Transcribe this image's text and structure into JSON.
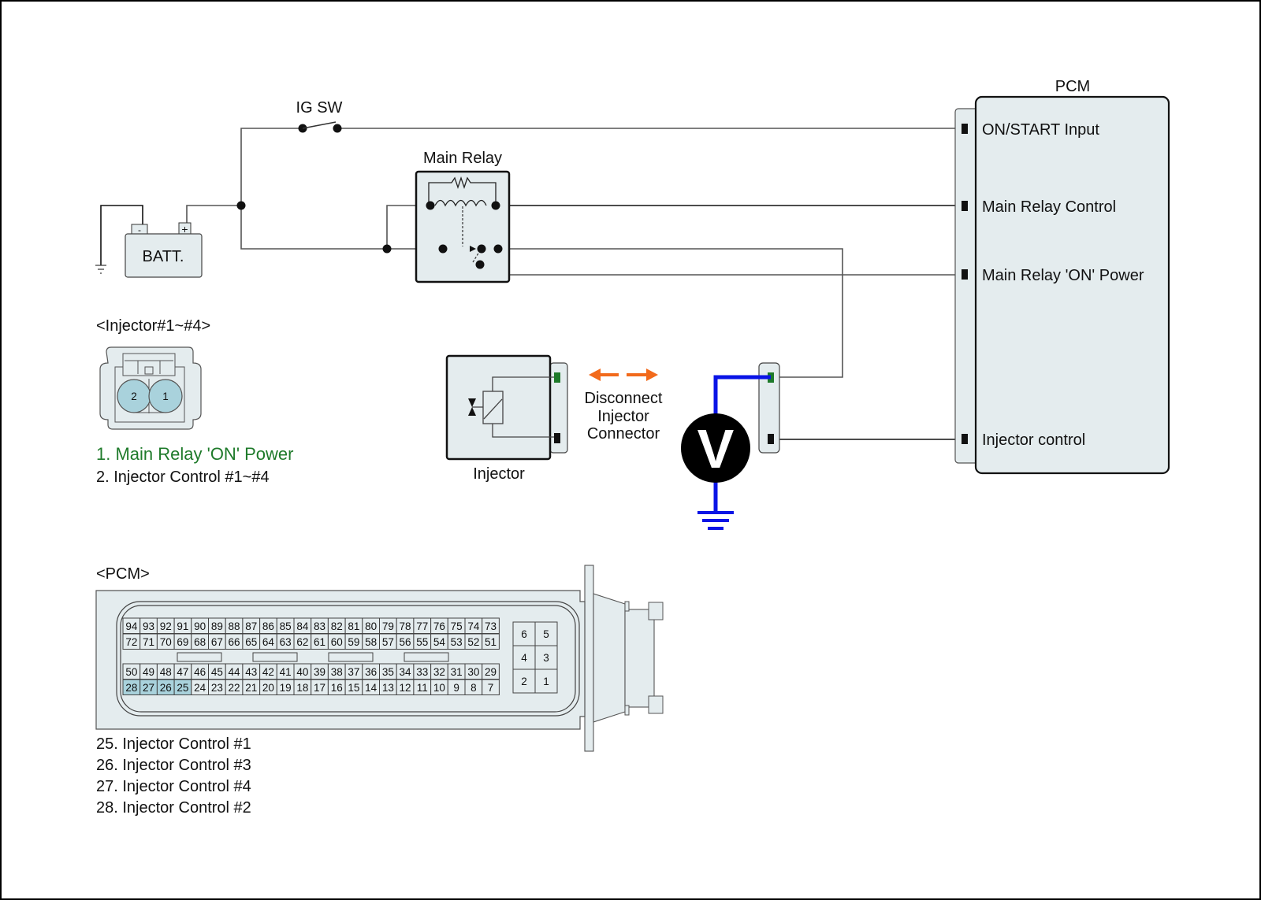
{
  "diagram": {
    "title_pcm": "PCM",
    "ig_switch_label": "IG SW",
    "battery": {
      "label": "BATT.",
      "neg": "-",
      "pos": "+"
    },
    "main_relay_label": "Main Relay",
    "pcm_pins": [
      "ON/START Input",
      "Main Relay Control",
      "Main Relay 'ON' Power",
      "Injector control"
    ],
    "injector_label": "Injector",
    "disconnect_text": [
      "Disconnect",
      "Injector",
      "Connector"
    ],
    "voltmeter_label": "V",
    "injector_connector": {
      "title": "<Injector#1~#4>",
      "pins": [
        "2",
        "1"
      ],
      "legend": [
        {
          "text": "1. Main Relay 'ON' Power",
          "color": "#1e7a2a"
        },
        {
          "text": "2. Injector Control #1~#4",
          "color": "#111111"
        }
      ]
    },
    "pcm_connector": {
      "title": "<PCM>",
      "rows": [
        [
          "94",
          "93",
          "92",
          "91",
          "90",
          "89",
          "88",
          "87",
          "86",
          "85",
          "84",
          "83",
          "82",
          "81",
          "80",
          "79",
          "78",
          "77",
          "76",
          "75",
          "74",
          "73"
        ],
        [
          "72",
          "71",
          "70",
          "69",
          "68",
          "67",
          "66",
          "65",
          "64",
          "63",
          "62",
          "61",
          "60",
          "59",
          "58",
          "57",
          "56",
          "55",
          "54",
          "53",
          "52",
          "51"
        ],
        [
          "50",
          "49",
          "48",
          "47",
          "46",
          "45",
          "44",
          "43",
          "42",
          "41",
          "40",
          "39",
          "38",
          "37",
          "36",
          "35",
          "34",
          "33",
          "32",
          "31",
          "30",
          "29"
        ],
        [
          "28",
          "27",
          "26",
          "25",
          "24",
          "23",
          "22",
          "21",
          "20",
          "19",
          "18",
          "17",
          "16",
          "15",
          "14",
          "13",
          "12",
          "11",
          "10",
          "9",
          "8",
          "7"
        ]
      ],
      "highlighted": [
        "28",
        "27",
        "26",
        "25"
      ],
      "small_block": [
        [
          "6",
          "5"
        ],
        [
          "4",
          "3"
        ],
        [
          "2",
          "1"
        ]
      ],
      "legend": [
        "25. Injector Control  #1",
        "26. Injector Control  #3",
        "27. Injector Control  #4",
        "28. Injector Control  #2"
      ]
    },
    "colors": {
      "probe_wire": "#0a14e6",
      "arrow": "#f26a1b",
      "pin_green": "#1e7a2a",
      "highlight_cell": "#a9d2dc",
      "component_fill": "#e4ecee"
    }
  }
}
